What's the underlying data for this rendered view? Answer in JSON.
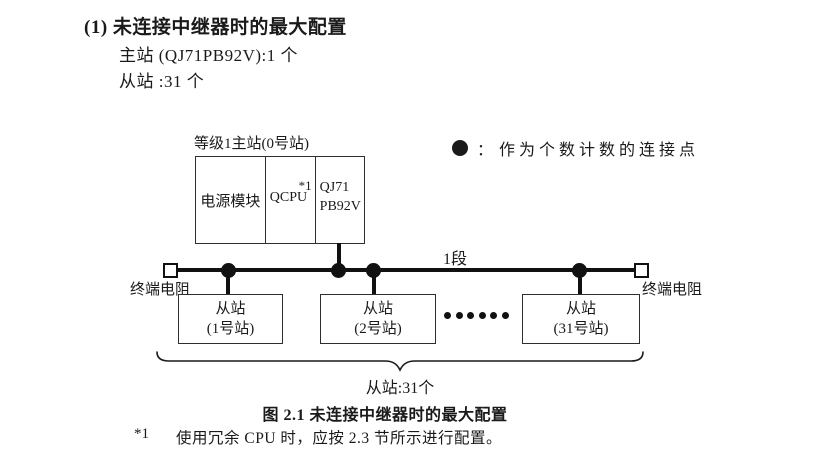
{
  "header": {
    "heading": "(1) 未连接中继器时的最大配置",
    "master_count_line": "主站 (QJ71PB92V):1 个",
    "slave_count_line": "从站 :31 个"
  },
  "diagram": {
    "master_station": {
      "label": "等级1主站(0号站)",
      "modules": [
        {
          "name": "电源模块",
          "note": ""
        },
        {
          "name": "QCPU",
          "note": "*1"
        },
        {
          "name": "QJ71\nPB92V",
          "note": ""
        }
      ]
    },
    "legend": {
      "separator": "：",
      "text": "作为个数计数的连接点"
    },
    "segment_label": "1段",
    "terminators": {
      "left_label": "终端电阻",
      "right_label": "终端电阻"
    },
    "slaves": [
      {
        "line1": "从站",
        "line2": "(1号站)"
      },
      {
        "line1": "从站",
        "line2": "(2号站)"
      },
      {
        "line1": "从站",
        "line2": "(31号站)"
      }
    ],
    "brace_label": "从站:31个"
  },
  "caption": "图 2.1 未连接中继器时的最大配置",
  "footnote": {
    "marker": "*1",
    "text": "使用冗余 CPU 时，应按 2.3 节所示进行配置。"
  }
}
